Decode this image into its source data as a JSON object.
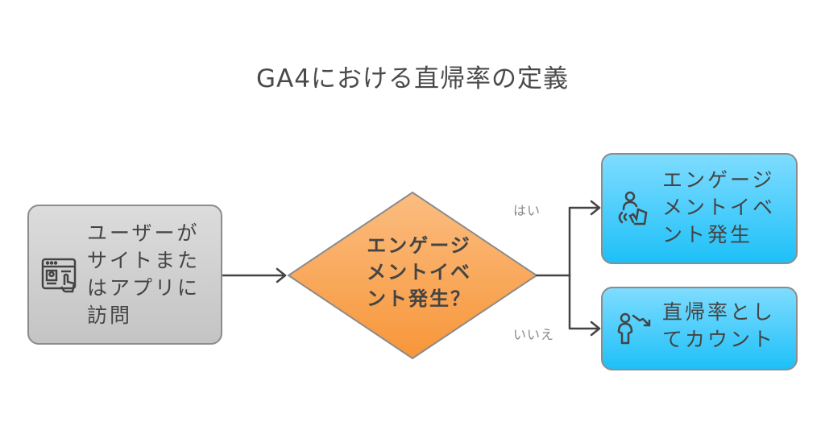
{
  "title": "GA4における直帰率の定義",
  "nodes": {
    "start": {
      "lines": [
        "ユーザーが",
        "サイトまた",
        "はアプリに",
        "訪問"
      ],
      "icon": "web-page-tap-icon",
      "color": "#cfcfcf"
    },
    "decision": {
      "lines": [
        "エンゲージ",
        "メントイベ",
        "ント発生？"
      ],
      "color": "#f7a04c"
    },
    "yes": {
      "lines": [
        "エンゲージ",
        "メントイベ",
        "ント発生"
      ],
      "icon": "user-touch-icon",
      "color": "#3cc8fa"
    },
    "no": {
      "lines": [
        "直帰率とし",
        "てカウント"
      ],
      "icon": "user-bounce-icon",
      "color": "#3cc8fa"
    }
  },
  "edges": {
    "yes_label": "はい",
    "no_label": "いいえ"
  }
}
